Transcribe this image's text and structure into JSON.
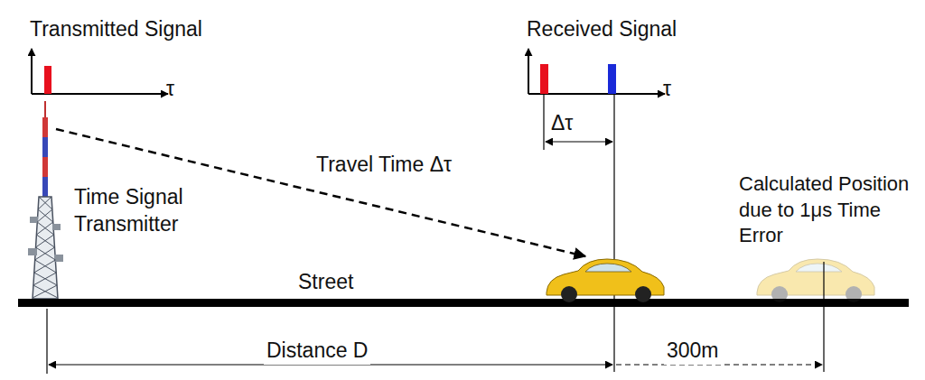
{
  "diagram": {
    "labels": [
      "Transmitted Signal",
      "τ",
      "Received Signal",
      "τ",
      "Δτ",
      "Travel Time Δτ",
      "Time Signal Transmitter",
      "Street",
      "Calculated Position due to 1μs Time Error",
      "Distance D",
      "300m"
    ]
  }
}
